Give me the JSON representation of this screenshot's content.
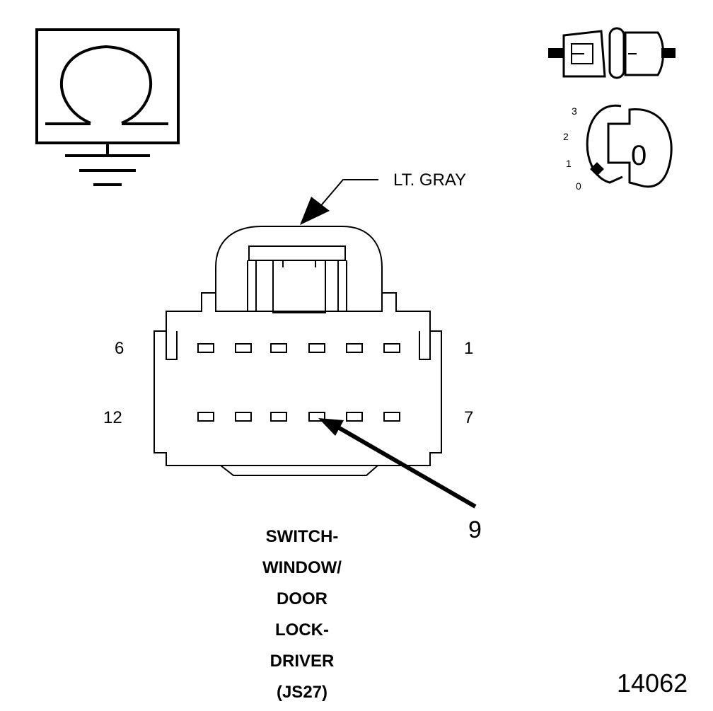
{
  "connector": {
    "color_label": "LT. GRAY",
    "pin_labels": {
      "top_left": "6",
      "top_right": "1",
      "bottom_left": "12",
      "bottom_right": "7"
    },
    "callout_pin": "9",
    "pin_count": 12
  },
  "caption_lines": [
    "SWITCH-",
    "WINDOW/",
    "DOOR",
    "LOCK-",
    "DRIVER",
    "(JS27)"
  ],
  "figure_number": "14062",
  "ignition": {
    "positions": [
      "3",
      "2",
      "1",
      "0"
    ],
    "key_label": "0"
  },
  "icons": [
    "ohmmeter-icon",
    "ground-icon",
    "connector-unplugged-icon",
    "ignition-key-icon"
  ]
}
